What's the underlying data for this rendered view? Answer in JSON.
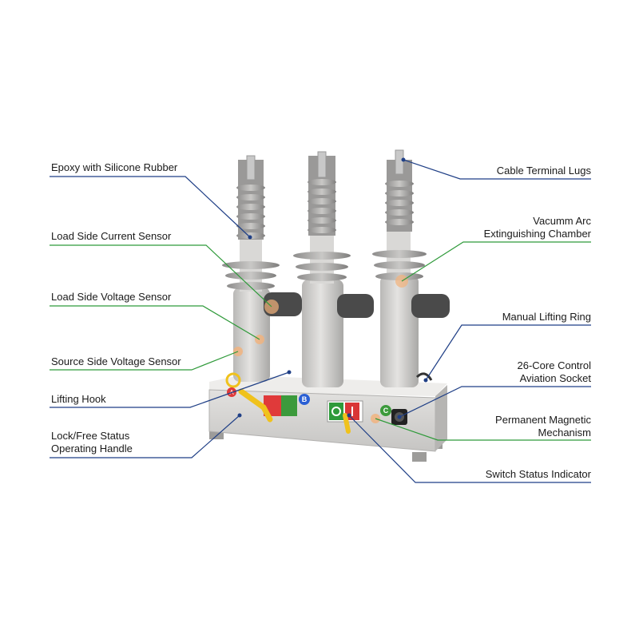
{
  "labels": {
    "epoxy": "Epoxy with Silicone Rubber",
    "load_current": "Load Side Current Sensor",
    "load_voltage": "Load Side Voltage Sensor",
    "source_voltage": "Source Side Voltage Sensor",
    "lifting_hook": "Lifting Hook",
    "handle_line1": "Lock/Free Status",
    "handle_line2": "Operating Handle",
    "cable_lugs": "Cable Terminal Lugs",
    "vacuum_line1": "Vacumm Arc",
    "vacuum_line2": "Extinguishing Chamber",
    "lifting_ring": "Manual Lifting Ring",
    "socket_line1": "26-Core Control",
    "socket_line2": "Aviation Socket",
    "magnet_line1": "Permanent Magnetic",
    "magnet_line2": "Mechanism",
    "status_indicator": "Switch Status Indicator"
  },
  "phase_markers": {
    "a": "A",
    "b": "B",
    "c": "C"
  },
  "colors": {
    "navy_leader": "#1f3f86",
    "green_leader": "#2f9a3a",
    "body_gray": "#d7d6d4",
    "accent_orange": "#f2b27a"
  }
}
